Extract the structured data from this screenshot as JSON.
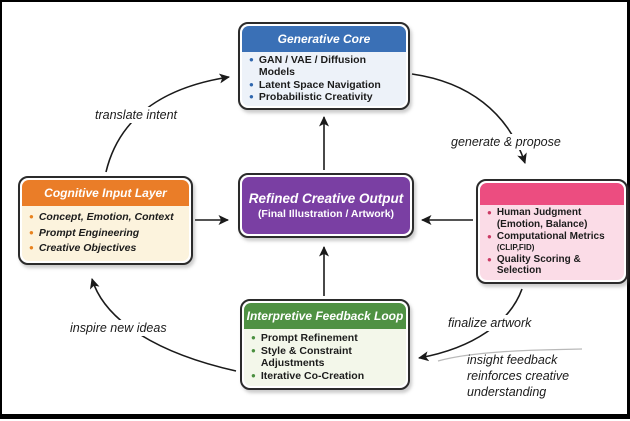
{
  "nodes": {
    "generative_core": {
      "title": "Generative Core",
      "bullets": [
        "GAN / VAE / Diffusion Models",
        "Latent Space Navigation",
        "Probabilistic Creativity"
      ],
      "header_color": "#3a70b6",
      "body_color": "#edf2f9",
      "bullet_color": "#2f66ad"
    },
    "cognitive_input": {
      "title": "Cognitive Input Layer",
      "bullets": [
        "Concept, Emotion, Context",
        "Prompt Engineering",
        "Creative Objectives"
      ],
      "header_color": "#ea7d28",
      "body_color": "#fcf3dd",
      "bullet_color": "#e8821e"
    },
    "refined_output": {
      "title": "Refined Creative Output",
      "subtitle": "(Final Illustration / Artwork)",
      "fill_color": "#7a3fa3"
    },
    "evaluation": {
      "title": "",
      "bullets": [
        "Human Judgment (Emotion, Balance)",
        "Computational Metrics",
        "Quality Scoring & Selection"
      ],
      "bullet2_suffix": "(CLIP,FID)",
      "header_color": "#ec4d80",
      "body_color": "#fbdce7",
      "bullet_color": "#ca3a64"
    },
    "interpretive_feedback": {
      "title": "Interpretive Feedback Loop",
      "bullets": [
        "Prompt Refinement",
        "Style & Constraint Adjustments",
        "Iterative Co-Creation"
      ],
      "header_color": "#4f9143",
      "body_color": "#f3f7ea",
      "bullet_color": "#4a8f3f"
    }
  },
  "edge_labels": {
    "translate_intent": "translate intent",
    "generate_propose": "generate & propose",
    "finalize_artwork": "finalize artwork",
    "inspire_new_ideas": "inspire new ideas",
    "insight_feedback_lines": [
      "insight feedback",
      "reinforces creative",
      "understanding"
    ]
  },
  "arrow_color": "#1a1a1a",
  "leader_line_color": "#b9b9b9"
}
